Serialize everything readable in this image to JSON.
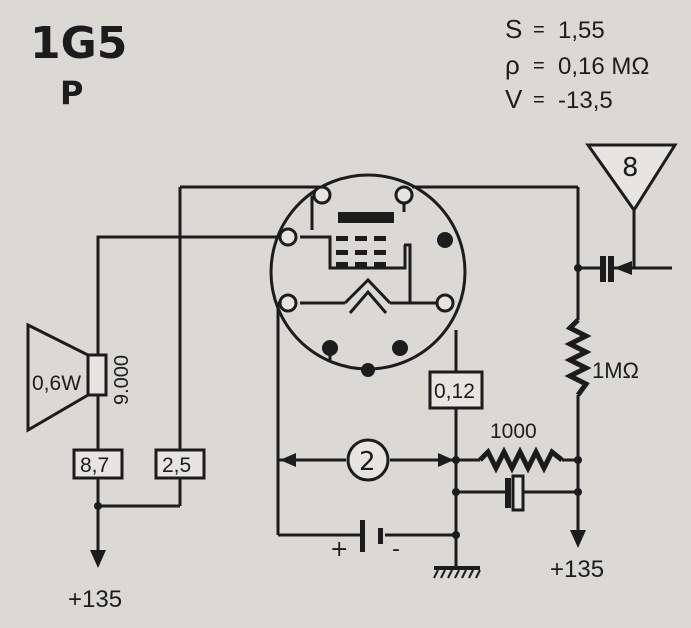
{
  "tube": {
    "type": "1G5",
    "subtitle": "P"
  },
  "specs": [
    {
      "symbol": "S",
      "sep": "=",
      "value": "1,55"
    },
    {
      "symbol": "ρ",
      "sep": "=",
      "value": "0,16 MΩ"
    },
    {
      "symbol": "V",
      "sep": "=",
      "value": "-13,5"
    }
  ],
  "components": {
    "speaker_power": "0,6W",
    "transformer_impedance": "9.000",
    "resistor_grid": "1MΩ",
    "resistor_filament": "1000",
    "filament_current": "0,12",
    "box_speaker": "8,7",
    "box_screen": "2,5",
    "input_ref": "8",
    "filament_voltage": "2",
    "battery_plus": "+",
    "battery_minus": "-"
  },
  "supply": {
    "left": "+135",
    "right": "+135"
  },
  "colors": {
    "ink": "#1c1c1c",
    "paper": "#dad9d4"
  }
}
